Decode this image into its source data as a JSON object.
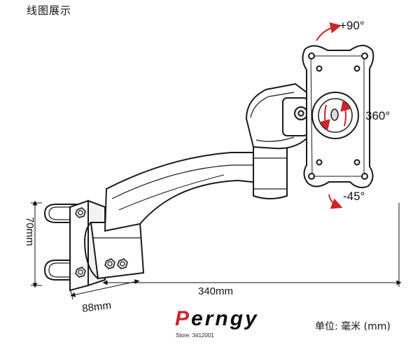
{
  "title": "线图展示",
  "annotations": {
    "tilt_up": "+90°",
    "rotate": "360°",
    "tilt_down": "-45°"
  },
  "dimensions": {
    "height": "70mm",
    "arm_length": "340mm",
    "clamp_width": "88mm"
  },
  "brand": {
    "first_letter": "P",
    "rest": "erngy",
    "store": "Store: 3412001"
  },
  "unit_label": "单位: 毫米 (mm)",
  "colors": {
    "accent_red": "#c8262b",
    "line": "#1a1a1a"
  }
}
